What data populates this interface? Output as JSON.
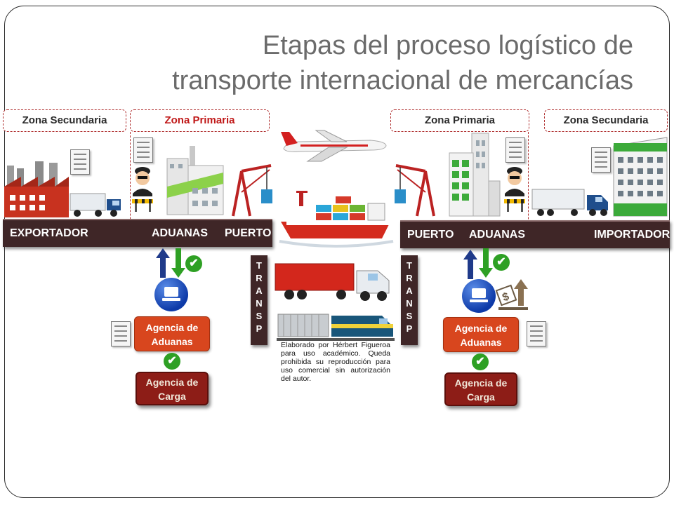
{
  "title": {
    "line1": "Etapas del proceso logístico de",
    "line2": "transporte internacional de mercancías"
  },
  "zones": {
    "left_secondary": "Zona Secundaria",
    "left_primary": "Zona Primaria",
    "right_primary": "Zona Primaria",
    "right_secondary": "Zona Secundaria"
  },
  "bars": {
    "left": {
      "exportador": "EXPORTADOR",
      "aduanas": "ADUANAS",
      "puerto": "PUERTO"
    },
    "right": {
      "puerto": "PUERTO",
      "aduanas": "ADUANAS",
      "importador": "IMPORTADOR"
    }
  },
  "transp_letters": [
    "T",
    "R",
    "A",
    "N",
    "S",
    "P"
  ],
  "left_agencies": {
    "aduanas_line1": "Agencia de",
    "aduanas_line2": "Aduanas",
    "carga_line1": "Agencia de",
    "carga_line2": "Carga"
  },
  "right_agencies": {
    "aduanas_line1": "Agencia de",
    "aduanas_line2": "Aduanas",
    "carga_line1": "Agencia de",
    "carga_line2": "Carga"
  },
  "credit_note": "Elaborado por Hérbert Figueroa para uso académico. Queda prohibida su reproducción para uso comercial sin autorización del autor.",
  "icons": [
    "factory-icon",
    "truck-icon",
    "document-icon",
    "customs-officer-icon",
    "customs-building-icon",
    "port-crane-icon",
    "airplane-icon",
    "cargo-ship-icon",
    "trailer-truck-icon",
    "train-icon",
    "office-building-icon",
    "computer-icon",
    "checkmark-icon",
    "up-arrow-icon",
    "down-arrow-icon",
    "money-up-icon"
  ],
  "colors": {
    "bar": "#3f2627",
    "agencia_aduanas": "#d8461e",
    "agencia_carga": "#8d1d17",
    "check": "#2ea024",
    "up_arrow": "#1f3a8a",
    "down_arrow": "#2ea024",
    "zone_primary_left": "#c01818"
  }
}
